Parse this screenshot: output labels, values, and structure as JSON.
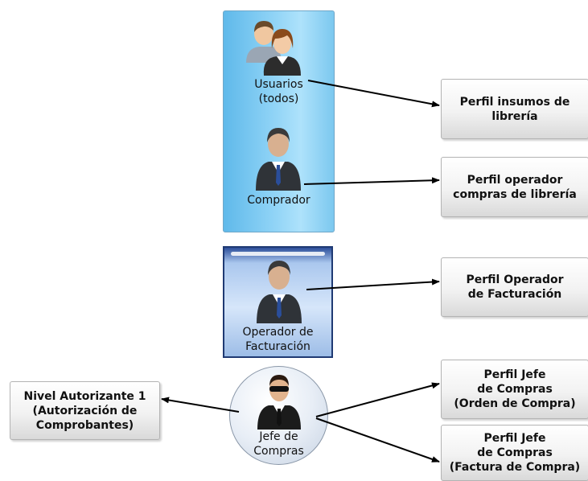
{
  "roles": {
    "usuarios": "Usuarios\n(todos)",
    "comprador": "Comprador",
    "operador": "Operador de\nFacturación",
    "jefe": "Jefe de\nCompras"
  },
  "profiles": {
    "insumos": "Perfil insumos de\nlibrería",
    "operador_compras": "Perfil operador\ncompras de librería",
    "operador_facturacion": "Perfil Operador\nde Facturación",
    "jefe_orden": "Perfil Jefe\nde Compras\n(Orden de Compra)",
    "jefe_factura": "Perfil Jefe\nde Compras\n(Factura de Compra)",
    "nivel_autorizante": "Nivel Autorizante 1\n(Autorización de\nComprobantes)"
  },
  "colors": {
    "panel_light_blue": "#8fd3f6",
    "panel_dark_blue": "#1f3a73",
    "profile_box": "#e6e6e6",
    "arrow": "#000000"
  },
  "icons": [
    "users-icon",
    "buyer-icon",
    "operator-icon",
    "boss-icon"
  ]
}
